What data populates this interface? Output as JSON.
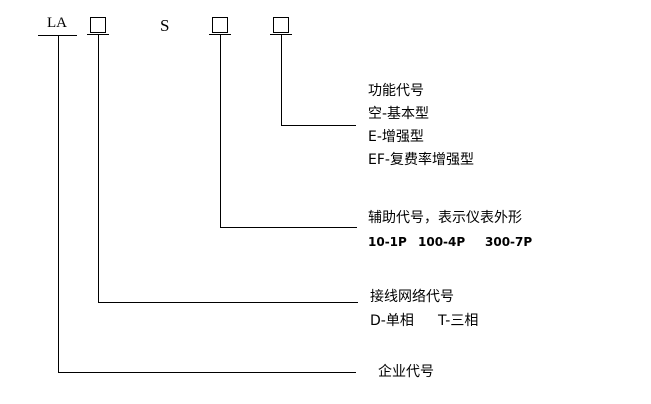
{
  "code": {
    "prefix": "LA",
    "series": "S"
  },
  "function": {
    "title": "功能代号",
    "items": [
      "空-基本型",
      "E-增强型",
      "EF-复费率增强型"
    ]
  },
  "auxiliary": {
    "title": "辅助代号，表示仪表外形",
    "items": [
      "10-1P",
      "100-4P",
      "300-7P"
    ]
  },
  "wiring": {
    "title": "接线网络代号",
    "items": [
      "D-单相",
      "T-三相"
    ]
  },
  "company": {
    "title": "企业代号"
  }
}
